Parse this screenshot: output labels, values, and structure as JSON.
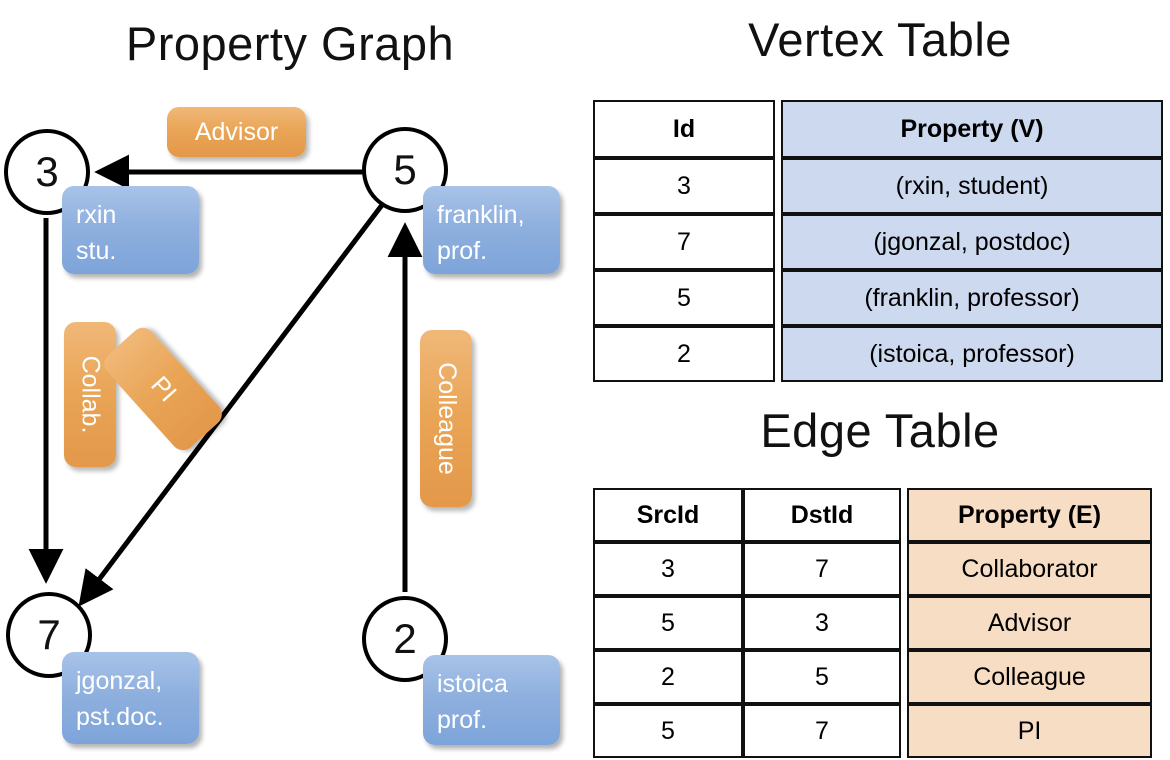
{
  "titles": {
    "property_graph": "Property Graph",
    "vertex_table": "Vertex Table",
    "edge_table": "Edge Table"
  },
  "colors": {
    "node_stroke": "#000000",
    "vertex_property_fill": "#ccd9ee",
    "edge_property_fill": "#f7ddc3",
    "blue_box": "#8fb0de",
    "orange_box": "#e9a455"
  },
  "graph": {
    "nodes": [
      {
        "id": "3",
        "label": "3",
        "property_line1": "rxin",
        "property_line2": "stu."
      },
      {
        "id": "5",
        "label": "5",
        "property_line1": "franklin,",
        "property_line2": "prof."
      },
      {
        "id": "7",
        "label": "7",
        "property_line1": "jgonzal,",
        "property_line2": "pst.doc."
      },
      {
        "id": "2",
        "label": "2",
        "property_line1": "istoica",
        "property_line2": "prof."
      }
    ],
    "edge_labels": [
      {
        "name": "advisor",
        "text": "Advisor",
        "src": "5",
        "dst": "3"
      },
      {
        "name": "collab",
        "text": "Collab.",
        "src": "3",
        "dst": "7"
      },
      {
        "name": "pi",
        "text": "PI",
        "src": "5",
        "dst": "7"
      },
      {
        "name": "colleague",
        "text": "Colleague",
        "src": "2",
        "dst": "5"
      }
    ]
  },
  "vertex_table": {
    "headers": [
      "Id",
      "Property (V)"
    ],
    "rows": [
      {
        "id": "3",
        "property": "(rxin, student)"
      },
      {
        "id": "7",
        "property": "(jgonzal, postdoc)"
      },
      {
        "id": "5",
        "property": "(franklin, professor)"
      },
      {
        "id": "2",
        "property": "(istoica, professor)"
      }
    ]
  },
  "edge_table": {
    "headers": [
      "SrcId",
      "DstId",
      "Property (E)"
    ],
    "rows": [
      {
        "src": "3",
        "dst": "7",
        "property": "Collaborator"
      },
      {
        "src": "5",
        "dst": "3",
        "property": "Advisor"
      },
      {
        "src": "2",
        "dst": "5",
        "property": "Colleague"
      },
      {
        "src": "5",
        "dst": "7",
        "property": "PI"
      }
    ]
  }
}
